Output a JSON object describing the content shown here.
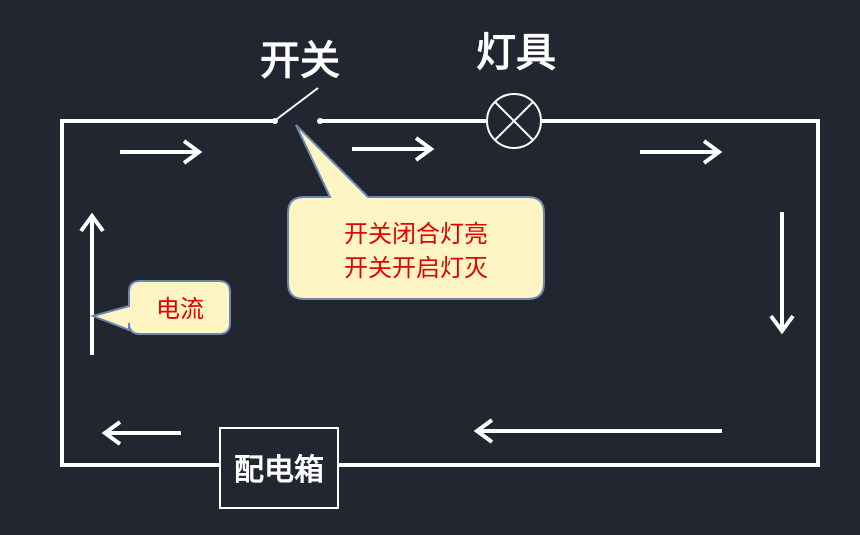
{
  "colors": {
    "background": "#212630",
    "wire": "#ffffff",
    "callout_fill": "#fdf6c4",
    "callout_stroke": "#6e86b0",
    "callout_text": "#e60000"
  },
  "labels": {
    "switch": "开关",
    "lamp": "灯具",
    "distribution_box": "配电箱"
  },
  "callouts": {
    "switch_note_line1": "开关闭合灯亮",
    "switch_note_line2": "开关开启灯灭",
    "current_note": "电流"
  },
  "icons": {
    "lamp": "lamp-cross-circle-icon",
    "switch": "switch-open-icon",
    "arrows": "current-direction-arrow-icon"
  }
}
